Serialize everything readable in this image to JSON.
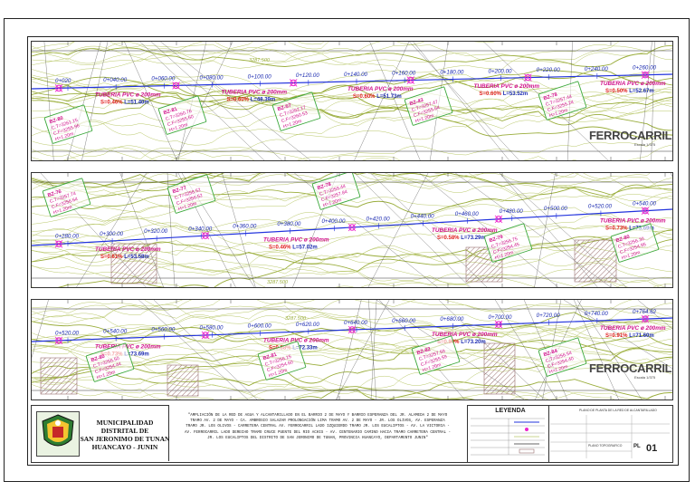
{
  "colors": {
    "pipe": "#2233dd",
    "chainage": "#1a2ab0",
    "tuberia": "#d0108a",
    "slope": "#e02020",
    "contour": "#b9c86a",
    "contour_major": "#9aad3c",
    "road": "#333333",
    "buzon_box": "#3aa83a",
    "buzon_text": "#d0108a",
    "buzon_mark": "#ee22cc",
    "hatch": "#9a7070"
  },
  "ferrocarril": "FERROCARRIL",
  "escala": "Escala 1/375",
  "contour_label": "3287.500",
  "tuberia_label": "TUBERIA PVC ø 200mm",
  "panels": [
    {
      "chainages": [
        "0+020",
        "0+040.00",
        "0+060.00",
        "0+080.00",
        "0+100.00",
        "0+120.00",
        "0+140.00",
        "0+160.00",
        "0+180.00",
        "0+200.00",
        "0+220.00",
        "0+240.00",
        "0+260.00"
      ],
      "pipe_labels": [
        {
          "s": "S=0.46%",
          "l": "L=51.40m"
        },
        {
          "s": "S=0.60%",
          "l": "L=48.39m"
        },
        {
          "s": "S=0.60%",
          "l": "L=51.73m"
        },
        {
          "s": "S=0.60%",
          "l": "L=53.52m"
        },
        {
          "s": "S=0.50%",
          "l": "L=52.67m"
        }
      ],
      "buzones": [
        {
          "id": "BZ-80",
          "ct": "C.T=3261.15",
          "cf": "C.F=3255.96",
          "h": "H=1.20m"
        },
        {
          "id": "BZ-81",
          "ct": "C.T=3260.76",
          "cf": "C.F=3255.60",
          "h": "H=1.20m"
        },
        {
          "id": "BZ-57",
          "ct": "C.T=3262.17",
          "cf": "C.F=3260.53",
          "h": "H=1.20m"
        },
        {
          "id": "BZ-43",
          "ct": "C.T=3257.47",
          "cf": "C.F=3255.64",
          "h": "H=1.20m"
        },
        {
          "id": "BZ-78",
          "ct": "C.T=3257.44",
          "cf": "C.F=3255.24",
          "h": "H=1.20m"
        }
      ]
    },
    {
      "chainages": [
        "0+280.00",
        "0+300.00",
        "0+320.00",
        "0+340.00",
        "0+360.00",
        "0+380.00",
        "0+400.00",
        "0+420.00",
        "0+440.00",
        "0+460.00",
        "0+480.00",
        "0+500.00",
        "0+520.00",
        "0+540.00"
      ],
      "pipe_labels": [
        {
          "s": "S=0.61%",
          "l": "L=53.58m"
        },
        {
          "s": "S=0.46%",
          "l": "L=57.02m"
        },
        {
          "s": "S=0.58%",
          "l": "L=73.29m"
        },
        {
          "s": "S=0.73%",
          "l": "L=73.69m"
        }
      ],
      "buzones": [
        {
          "id": "BZ-76",
          "ct": "C.T=3257.74",
          "cf": "C.F=3256.64",
          "h": "H=1.20m"
        },
        {
          "id": "BZ-77",
          "ct": "C.T=3258.52",
          "cf": "C.F=3256.52",
          "h": "H=1.20m"
        },
        {
          "id": "BZ-78",
          "ct": "C.T=3259.44",
          "cf": "C.F=3257.84",
          "h": "H=1.20m"
        },
        {
          "id": "BZ-79",
          "ct": "C.T=3256.75",
          "cf": "C.F=3254.45",
          "h": "H=1.20m"
        },
        {
          "id": "BZ-80",
          "ct": "C.T=3256.30",
          "cf": "C.F=3254.95",
          "h": "H=1.20m"
        }
      ]
    },
    {
      "chainages": [
        "0+520.00",
        "0+540.00",
        "0+560.00",
        "0+580.00",
        "0+600.00",
        "0+620.00",
        "0+640.00",
        "0+660.00",
        "0+680.00",
        "0+700.00",
        "0+720.00",
        "0+740.00",
        "0+764.62"
      ],
      "pipe_labels": [
        {
          "s": "S=0.73%",
          "l": "L=73.69m"
        },
        {
          "s": "S=0.88%",
          "l": "L=72.33m"
        },
        {
          "s": "S=0.90%",
          "l": "L=73.20m"
        },
        {
          "s": "S=0.91%",
          "l": "L=71.60m"
        }
      ],
      "buzones": [
        {
          "id": "BZ-80",
          "ct": "C.T=3256.50",
          "cf": "C.F=3254.44",
          "h": "H=1.20m"
        },
        {
          "id": "BZ-81",
          "ct": "C.T=3256.15",
          "cf": "C.F=3254.60",
          "h": "H=1.20m"
        },
        {
          "id": "BZ-82",
          "ct": "C.T=3257.59",
          "cf": "C.F=3255.59",
          "h": "H=1.20m"
        },
        {
          "id": "BZ-84",
          "ct": "C.T=3256.54",
          "cf": "C.F=3254.40",
          "h": "H=1.20m"
        }
      ]
    }
  ],
  "title_block": {
    "municipalidad": [
      "MUNICIPALIDAD DISTRITAL DE",
      "SAN JERONIMO DE TUNAN",
      "HUANCAYO - JUNIN"
    ],
    "descripcion": [
      "\"AMPLIACIÓN DE LA RED DE AGUA Y ALCANTARILLADO EN EL BARRIO 2 DE MAYO Y BARRIO ESPERANZA DEL JR. ALAMEDA 2 DE MAYO",
      "TRAMO AV. 2 DE MAYO - CA. AMBROSIO SALAZAR PROLONGACIÓN LIMA TRAMO AV. 2 DE MAYO - JR. LOS OLIVOS, AV. ESPERANZA",
      "TRAMO JR. LOS OLIVOS - CARRETERA CENTRAL AV. FERROCARRIL LADO IZQUIERDO TRAMO JR. LOS EUCALIPTOS - AV. LA VICTORIA -",
      "AV. FERROCARRIL LADO DERECHO TRAMO CRUCE PUENTE DEL RIO ACHIS - AV. CENTENARIO CAMINO HACIA TRAMO CARRETERA CENTRAL -",
      "JR. LOS EUCALIPTOS DEL DISTRITO DE SAN JERONIMO DE TUNAN, PROVINCIA HUANCAYO, DEPARTAMENTO JUNIN\""
    ],
    "leyenda": "LEYENDA",
    "plano": "PLANO DE PLANTA DE LA RED DE ALCANTARILLADO",
    "plano_tipo": "PLANO TOPOGRAFICO",
    "lamina_label": "PL",
    "lamina": "01"
  }
}
